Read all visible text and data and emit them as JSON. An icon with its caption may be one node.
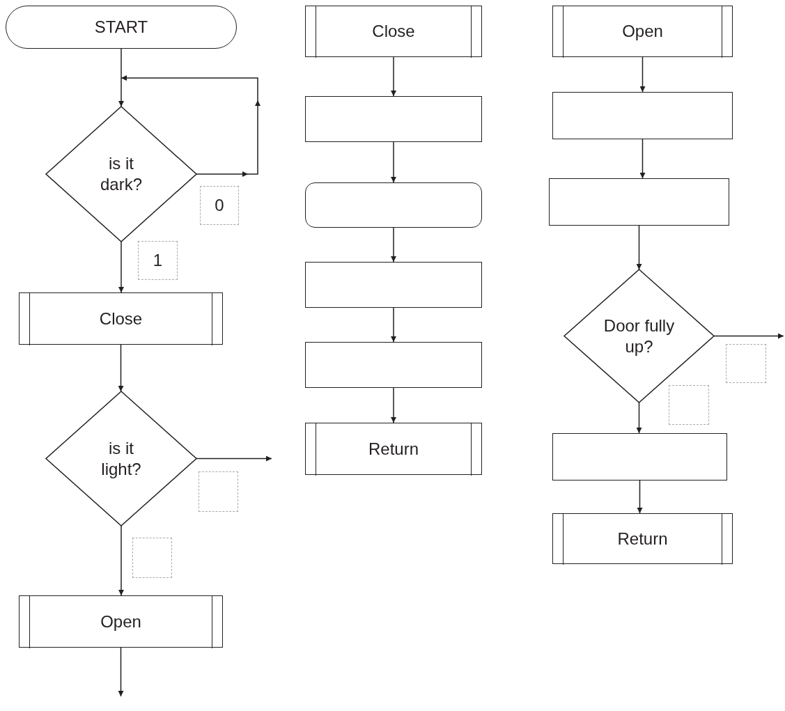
{
  "diagram": {
    "nodes": [
      {
        "text": [
          "START"
        ]
      },
      {
        "text": [
          "is it dark?"
        ]
      },
      {
        "text": [
          "Close"
        ]
      },
      {
        "text": [
          "is it light?"
        ]
      },
      {
        "text": [
          "Open"
        ]
      },
      {
        "text": [
          "Close"
        ]
      },
      {
        "text": [],
        "shape": "box"
      },
      {
        "text": [],
        "shape": "box"
      },
      {
        "text": [],
        "shape": "box"
      },
      {
        "text": [],
        "shape": "box"
      },
      {
        "text": [
          "Return"
        ]
      },
      {
        "text": [
          "Open"
        ]
      },
      {
        "text": [],
        "shape": "box"
      },
      {
        "text": [],
        "shape": "box"
      },
      {
        "text": [
          "Door fully up?"
        ]
      },
      {
        "text": [],
        "shape": "box"
      },
      {
        "text": [
          "Return"
        ]
      }
    ],
    "edges": [
      {
        "from": 0,
        "to": 1,
        "arrow": "to"
      },
      {
        "from": 1,
        "to": 1,
        "label": "0",
        "arrow": "to"
      },
      {
        "from": 1,
        "to": 2,
        "label": "1",
        "arrow": "to"
      },
      {
        "from": 2,
        "to": 3,
        "arrow": "to"
      },
      {
        "from": 3,
        "to": null,
        "arrow": "to"
      },
      {
        "from": 3,
        "to": 4,
        "arrow": "to"
      },
      {
        "from": 4,
        "to": null,
        "arrow": "to"
      },
      {
        "from": 5,
        "to": 6,
        "arrow": "to"
      },
      {
        "from": 6,
        "to": 7,
        "arrow": "to"
      },
      {
        "from": 7,
        "to": 8,
        "arrow": "to"
      },
      {
        "from": 8,
        "to": 9,
        "arrow": "to"
      },
      {
        "from": 9,
        "to": 10,
        "arrow": "to"
      },
      {
        "from": 11,
        "to": 12,
        "arrow": "to"
      },
      {
        "from": 12,
        "to": 13,
        "arrow": "to"
      },
      {
        "from": 13,
        "to": 14,
        "arrow": "to"
      },
      {
        "from": 14,
        "to": null,
        "arrow": "to"
      },
      {
        "from": 14,
        "to": 15,
        "arrow": "to"
      },
      {
        "from": 15,
        "to": 16,
        "arrow": "to"
      }
    ]
  }
}
